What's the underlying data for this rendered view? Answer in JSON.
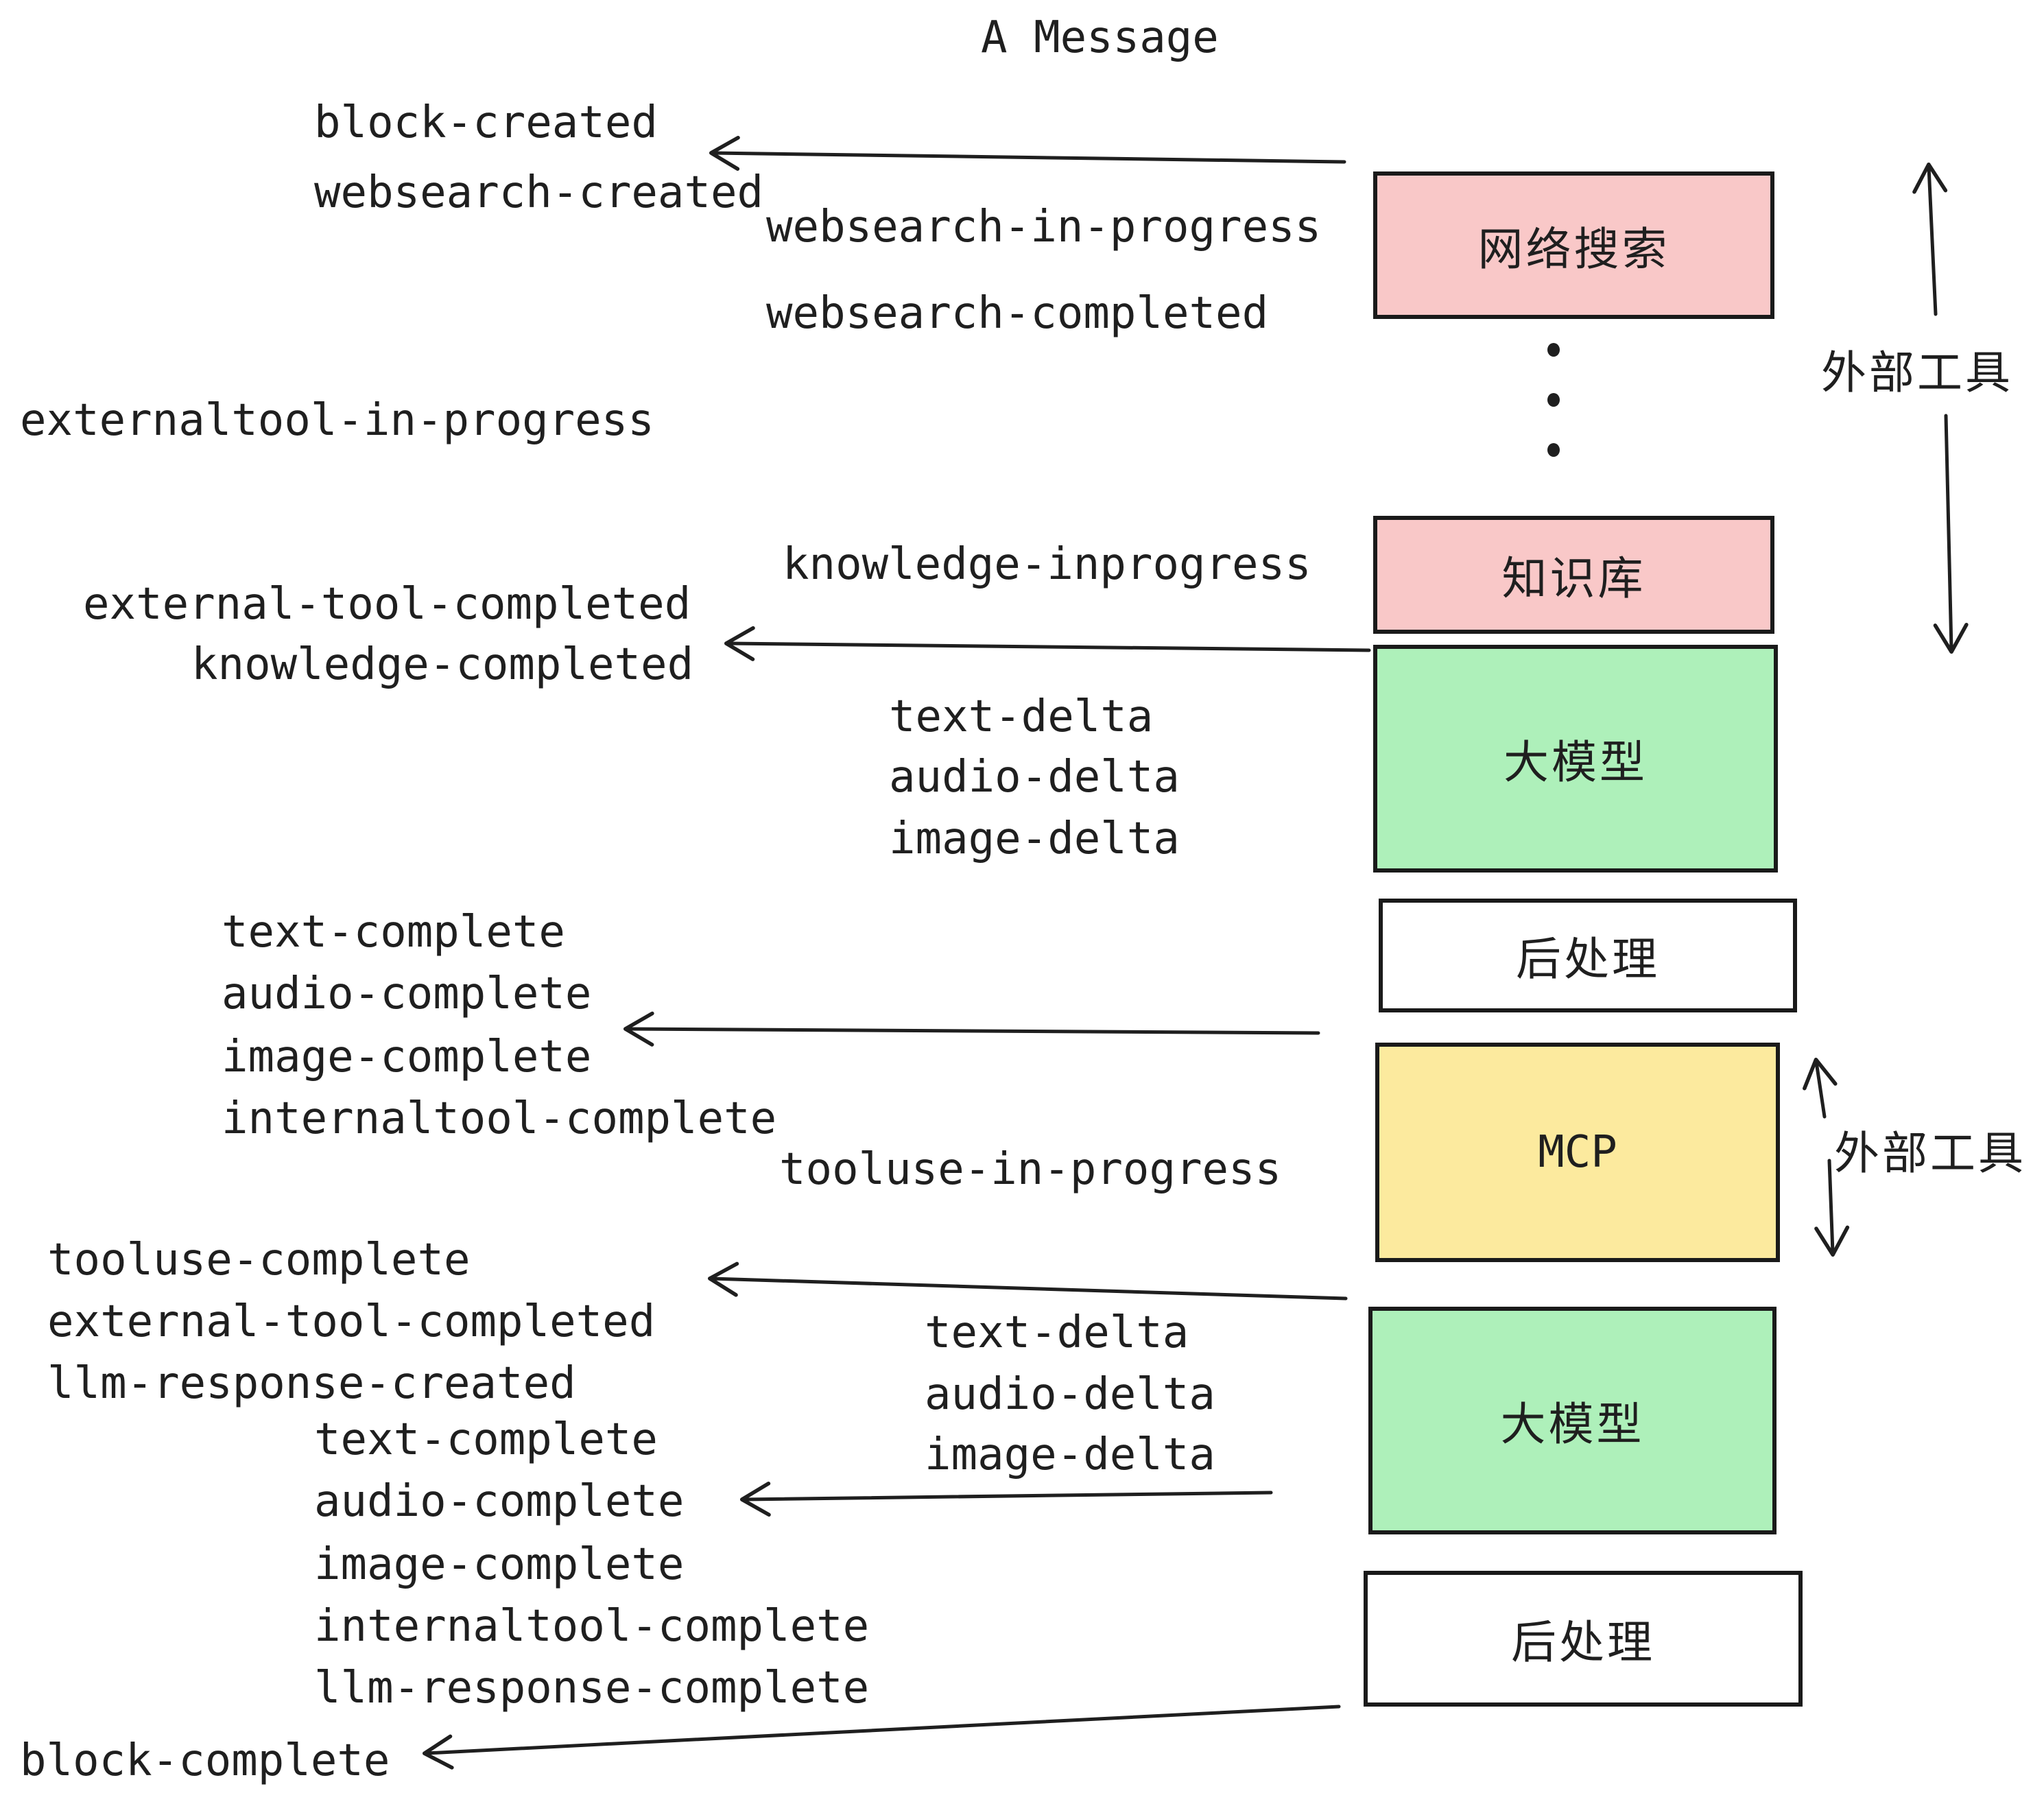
{
  "title": "A Message",
  "colors": {
    "ink": "#1f1f1f",
    "border": "#1a1a1a",
    "pink": "#f9c8c8",
    "green": "#aef0ba",
    "yellow": "#fcea9e",
    "paper": "#ffffff"
  },
  "labels": {
    "block_created": "block-created",
    "websearch_created": "websearch-created",
    "websearch_in_progress": "websearch-in-progress",
    "websearch_completed": "websearch-completed",
    "externaltool_in_progress": "externaltool-in-progress",
    "knowledge_inprogress": "knowledge-inprogress",
    "external_tool_completed": "external-tool-completed",
    "knowledge_completed": "knowledge-completed",
    "text_delta": "text-delta",
    "audio_delta": "audio-delta",
    "image_delta": "image-delta",
    "text_complete": "text-complete",
    "audio_complete": "audio-complete",
    "image_complete": "image-complete",
    "internaltool_complete": "internaltool-complete",
    "tooluse_in_progress": "tooluse-in-progress",
    "tooluse_complete": "tooluse-complete",
    "llm_response_created": "llm-response-created",
    "llm_response_complete": "llm-response-complete",
    "block_complete": "block-complete"
  },
  "nodes": {
    "websearch": "网络搜索",
    "knowledge": "知识库",
    "llm": "大模型",
    "postprocess": "后处理",
    "mcp": "MCP"
  },
  "annotations": {
    "external_tools": "外部工具"
  }
}
